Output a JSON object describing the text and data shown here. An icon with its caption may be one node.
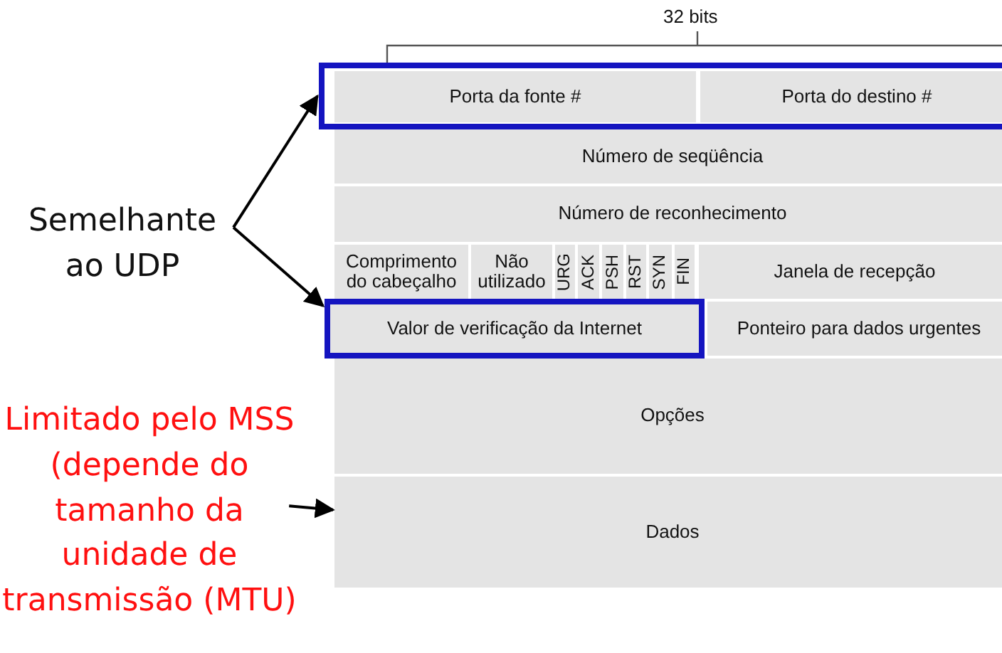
{
  "diagram": {
    "nodes": [
      {
        "text": [
          "Semelhante ao UDP"
        ]
      },
      {
        "text": [],
        "shape": "box"
      },
      {
        "text": [
          "Porta da fonte #"
        ],
        "in": 1
      },
      {
        "text": [
          "Porta do destino #"
        ],
        "in": 1
      },
      {
        "text": [
          "Número de seqüência"
        ]
      },
      {
        "text": [
          "Número de reconhecimento"
        ]
      },
      {
        "text": [
          "Comprimento do cabeçalho"
        ]
      },
      {
        "text": [
          "Não utilizado"
        ]
      },
      {
        "text": [
          "URG"
        ]
      },
      {
        "text": [
          "ACK"
        ]
      },
      {
        "text": [
          "PSH"
        ]
      },
      {
        "text": [
          "RST"
        ]
      },
      {
        "text": [
          "SYN"
        ]
      },
      {
        "text": [
          "FIN"
        ]
      },
      {
        "text": [
          "Janela de recepção"
        ]
      },
      {
        "text": [
          "Valor de verificação da Internet"
        ]
      },
      {
        "text": [
          "Ponteiro para dados urgentes"
        ]
      },
      {
        "text": [
          "Opções"
        ]
      },
      {
        "text": [
          "Dados"
        ]
      },
      {
        "text": [
          "Limitado pelo MSS (depende do tamanho da unidade de transmissão (MTU)"
        ]
      }
    ],
    "edges": [
      {
        "from": 0,
        "to": 1,
        "arrow": "to"
      },
      {
        "from": 0,
        "to": 15,
        "arrow": "to"
      },
      {
        "from": 19,
        "to": 18,
        "arrow": "to"
      }
    ],
    "labels": [
      "32 bits"
    ]
  }
}
